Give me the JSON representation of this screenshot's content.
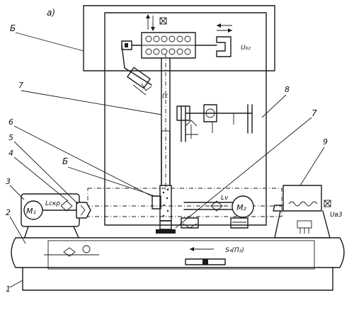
{
  "figure": {
    "panel_label": "а)",
    "labels": {
      "l1": "1",
      "l2": "2",
      "l3": "3",
      "l4": "4",
      "l5": "5",
      "l6": "6",
      "l7": "7",
      "l8": "8",
      "l9": "9",
      "lB1": "Б",
      "lB2": "Б",
      "l7b": "7"
    },
    "symbols": {
      "m1": "M₁",
      "m2": "M₂",
      "lskp": "Lскр",
      "lv": "Lv",
      "ub2": "U₆₂",
      "ub3": "Uв3",
      "s4": "S₄(П₂)"
    }
  }
}
